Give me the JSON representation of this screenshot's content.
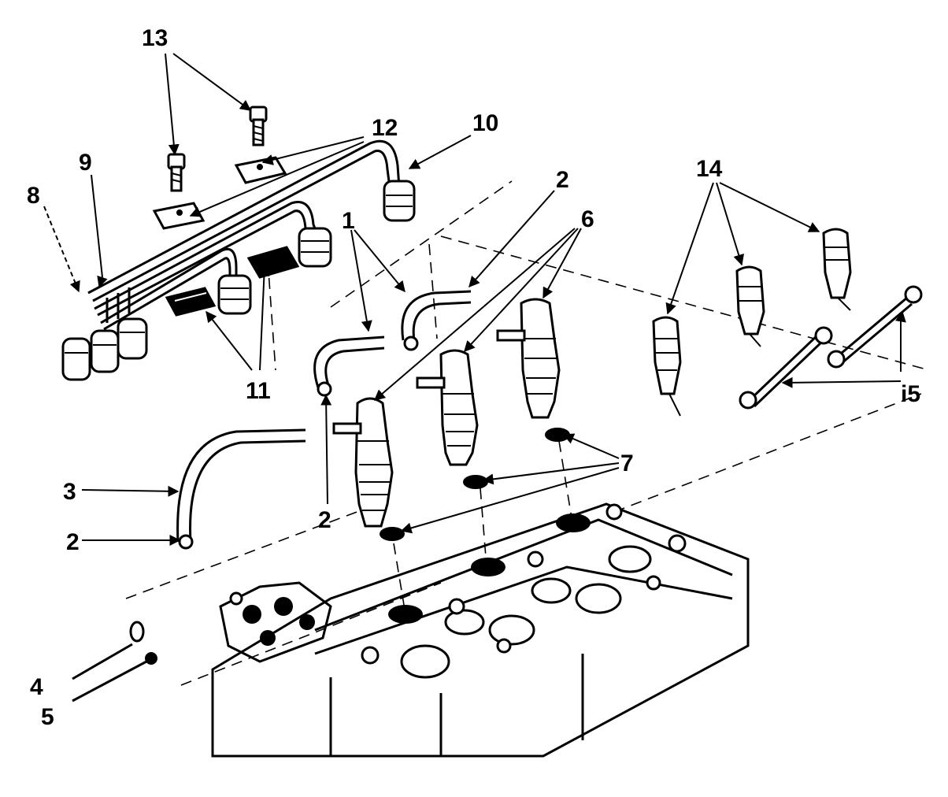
{
  "callouts": {
    "c1": "1",
    "c2a": "2",
    "c2b": "2",
    "c2c": "2",
    "c3": "3",
    "c4": "4",
    "c5": "5",
    "c6": "6",
    "c7": "7",
    "c8": "8",
    "c9": "9",
    "c10": "10",
    "c11": "11",
    "c12": "12",
    "c13": "13",
    "c14": "14",
    "c15": "i5"
  },
  "colors": {
    "ink": "#000000",
    "paper": "#ffffff"
  }
}
